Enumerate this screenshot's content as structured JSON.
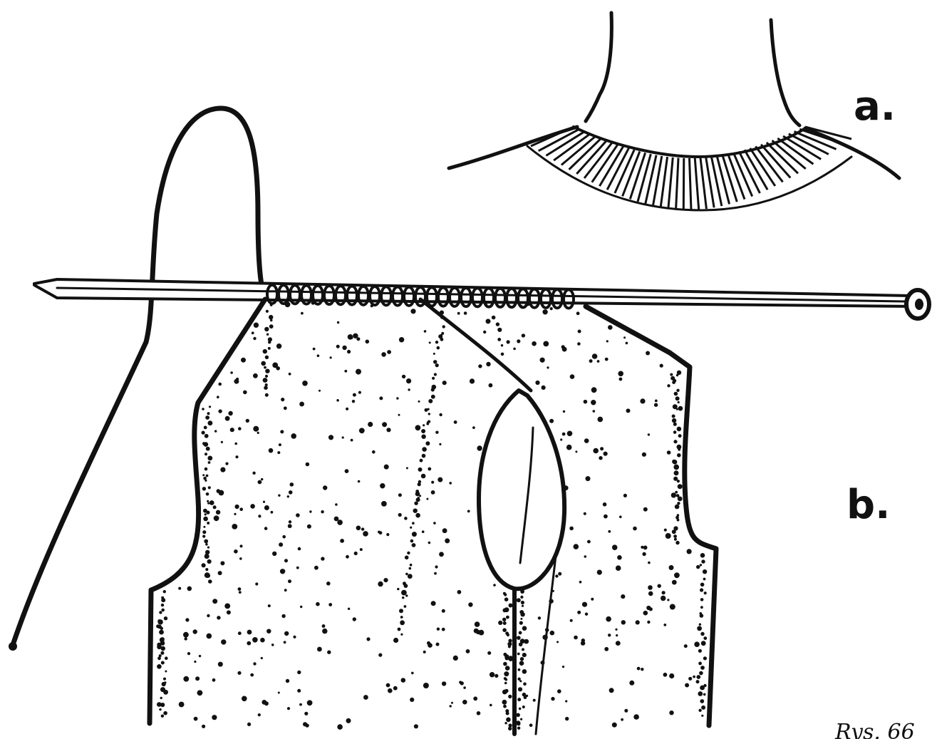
{
  "labels": {
    "panel_a": "a.",
    "panel_b": "b.",
    "figure_caption": "Rys. 66"
  },
  "colors": {
    "ink": "#111111",
    "paper": "#ffffff"
  }
}
